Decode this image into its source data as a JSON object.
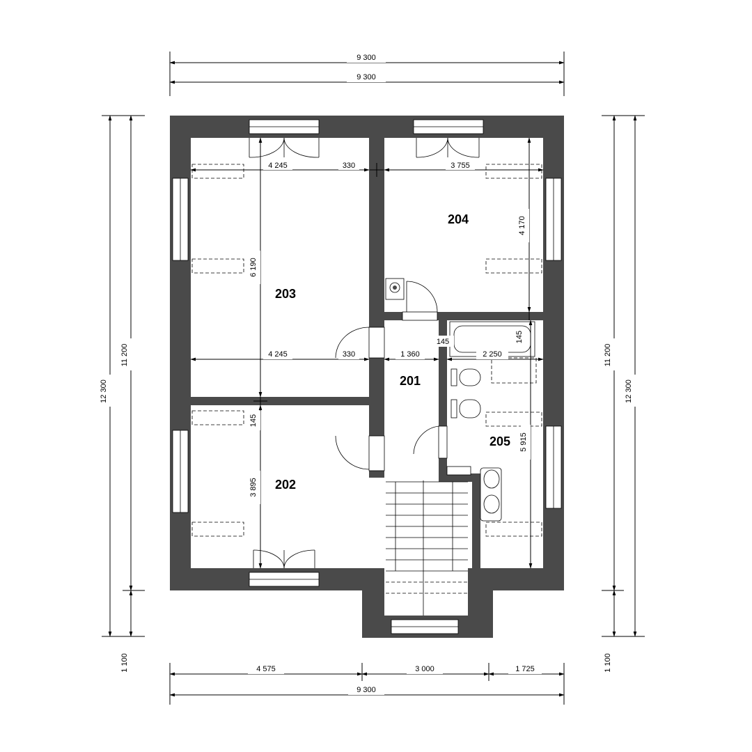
{
  "overall_dims": {
    "top_1": "9 300",
    "top_2": "9 300",
    "left_outer": "12 300",
    "left_inner": "11 200",
    "left_bottom": "1 100",
    "right_inner": "11 200",
    "right_outer": "12 300",
    "right_bottom": "1 100",
    "bottom_a": "4 575",
    "bottom_b": "3 000",
    "bottom_c": "1 725",
    "bottom_total": "9 300"
  },
  "interior_dims": {
    "r203_width_top": "4 245",
    "wall_top": "330",
    "r204_width": "3 755",
    "r204_height": "4 170",
    "r203_height": "6 190",
    "r203_width_mid": "4 245",
    "wall_mid": "330",
    "r201_width": "1 360",
    "bath_145_a": "145",
    "bath_145_b": "145",
    "r205_width": "2 250",
    "wall_145_left": "145",
    "r202_height": "3 895",
    "r205_height": "5 915"
  },
  "rooms": {
    "r201": "201",
    "r202": "202",
    "r203": "203",
    "r204": "204",
    "r205": "205"
  }
}
